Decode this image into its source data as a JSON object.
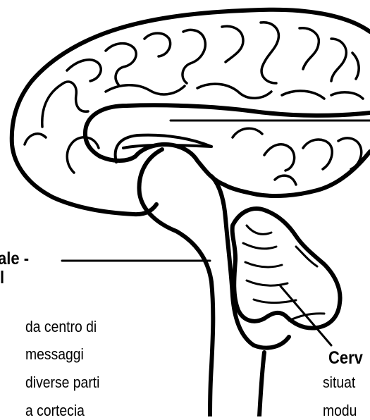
{
  "labels": {
    "left_top": "ale -",
    "left_fragment": "l",
    "left_line_1": "da centro di",
    "left_line_2": "messaggi",
    "left_line_3": "diverse parti",
    "left_line_4": "a cortecia",
    "right_title": "Cerv",
    "right_line_1": "situat",
    "right_line_2": "modu"
  },
  "colors": {
    "ink": "#000000",
    "background": "#ffffff"
  }
}
